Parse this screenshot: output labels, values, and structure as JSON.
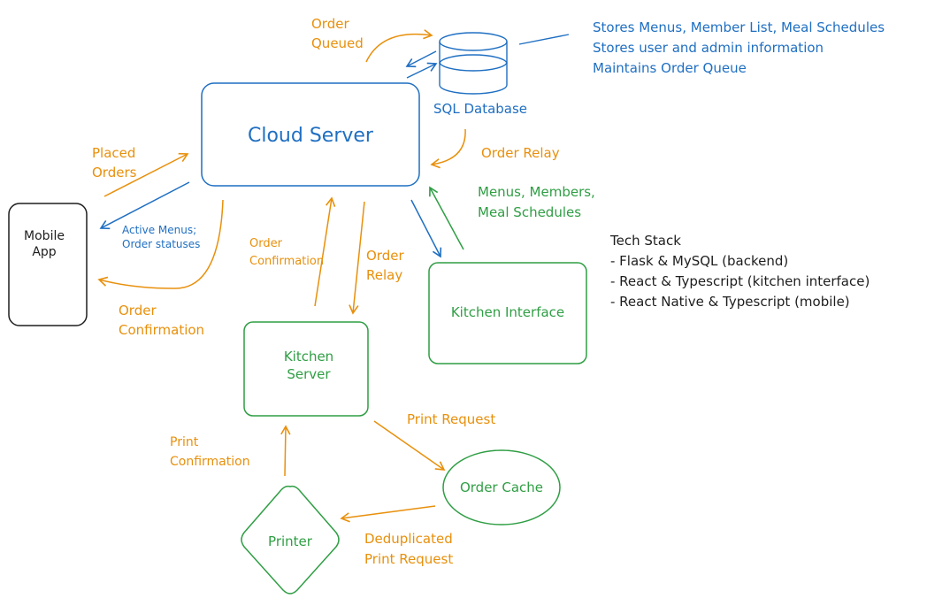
{
  "colors": {
    "blue": "#1f6fc2",
    "orange": "#e8900c",
    "green": "#2f9e44",
    "black": "#1e1e1e"
  },
  "nodes": {
    "cloud_server": "Cloud Server",
    "sql_database": "SQL Database",
    "mobile_app": [
      "Mobile",
      "App"
    ],
    "kitchen_server": [
      "Kitchen",
      "Server"
    ],
    "kitchen_interface": "Kitchen Interface",
    "order_cache": "Order Cache",
    "printer": "Printer"
  },
  "database_notes": [
    "Stores Menus, Member List, Meal Schedules",
    "Stores user and admin information",
    "Maintains Order Queue"
  ],
  "edge_labels": {
    "order_queued": [
      "Order",
      "Queued"
    ],
    "order_relay_db": "Order Relay",
    "menus_members": [
      "Menus, Members,",
      "Meal Schedules"
    ],
    "placed_orders": [
      "Placed",
      "Orders"
    ],
    "active_menus": [
      "Active Menus;",
      "Order statuses"
    ],
    "order_confirmation_app": [
      "Order",
      "Confirmation"
    ],
    "order_confirmation_kitchen": [
      "Order",
      "Confirmation"
    ],
    "order_relay_kitchen": [
      "Order",
      "Relay"
    ],
    "print_request": "Print Request",
    "print_confirmation": [
      "Print",
      "Confirmation"
    ],
    "dedup_print_request": [
      "Deduplicated",
      "Print Request"
    ]
  },
  "tech_stack": {
    "title": "Tech Stack",
    "items": [
      "- Flask & MySQL (backend)",
      "- React & Typescript (kitchen interface)",
      "- React Native & Typescript (mobile)"
    ]
  }
}
